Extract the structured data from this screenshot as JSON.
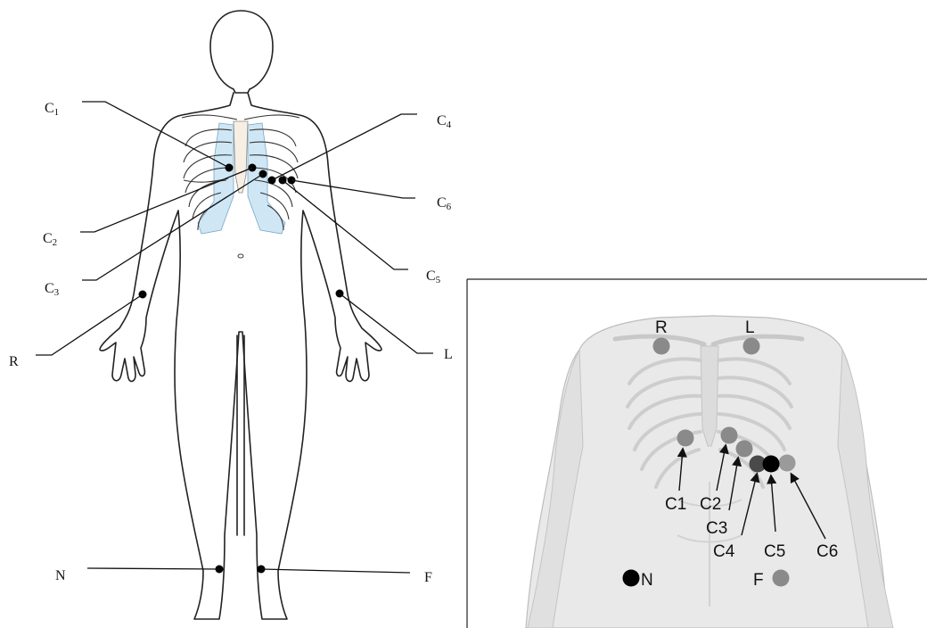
{
  "left_figure": {
    "labels": {
      "c1": {
        "base": "C",
        "sub": "1"
      },
      "c2": {
        "base": "C",
        "sub": "2"
      },
      "c3": {
        "base": "C",
        "sub": "3"
      },
      "c4": {
        "base": "C",
        "sub": "4"
      },
      "c5": {
        "base": "C",
        "sub": "5"
      },
      "c6": {
        "base": "C",
        "sub": "6"
      },
      "r": "R",
      "l": "L",
      "n": "N",
      "f": "F"
    }
  },
  "right_figure": {
    "labels": {
      "r": "R",
      "l": "L",
      "c1": "C1",
      "c2": "C2",
      "c3": "C3",
      "c4": "C4",
      "c5": "C5",
      "c6": "C6",
      "n": "N",
      "f": "F"
    }
  },
  "colors": {
    "electrode_black": "#000000",
    "electrode_gray": "#8a8a8a",
    "electrode_dark": "#4a4a4a",
    "cartilage": "#cfe7f5",
    "torso_fill": "#e9e9e9"
  }
}
